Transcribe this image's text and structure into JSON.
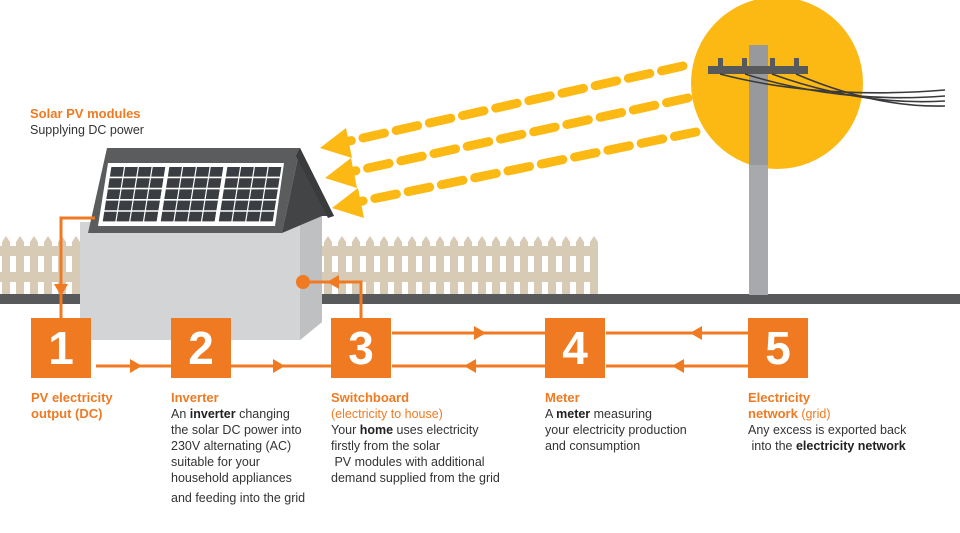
{
  "header": {
    "title": "Solar PV modules",
    "subtitle": "Supplying DC power"
  },
  "steps": [
    {
      "number": "1",
      "title_lines": [
        "PV electricity",
        "output (DC)"
      ]
    },
    {
      "number": "2",
      "title": "Inverter",
      "desc_pre": "An ",
      "desc_bold": "inverter",
      "desc_post": " changing",
      "lines": [
        "the solar DC power into",
        "230V alternating (AC)",
        "suitable for your",
        "household appliances",
        "and feeding into the grid"
      ]
    },
    {
      "number": "3",
      "title": "Switchboard",
      "subtitle": "(electricity to house)",
      "desc_pre": "Your ",
      "desc_bold": "home",
      "desc_post": " uses electricity",
      "lines": [
        "firstly from the solar",
        " PV modules with additional",
        "demand supplied from the grid"
      ]
    },
    {
      "number": "4",
      "title": "Meter",
      "desc_pre": "A ",
      "desc_bold": "meter",
      "desc_post": " measuring",
      "lines": [
        "your electricity production",
        "and consumption"
      ]
    },
    {
      "number": "5",
      "title": "Electricity",
      "title2": "network",
      "title2_suffix": " (grid)",
      "line1": "Any excess is exported back",
      "line2_pre": " into the ",
      "line2_bold": "electricity network"
    }
  ],
  "colors": {
    "orange": "#f07a22",
    "sun": "#fcb813",
    "roof": "#5a5c5e",
    "wall": "#d3d4d5",
    "fence": "#d8cbb5",
    "ground": "#58595b",
    "pole": "#a7a9ac"
  }
}
